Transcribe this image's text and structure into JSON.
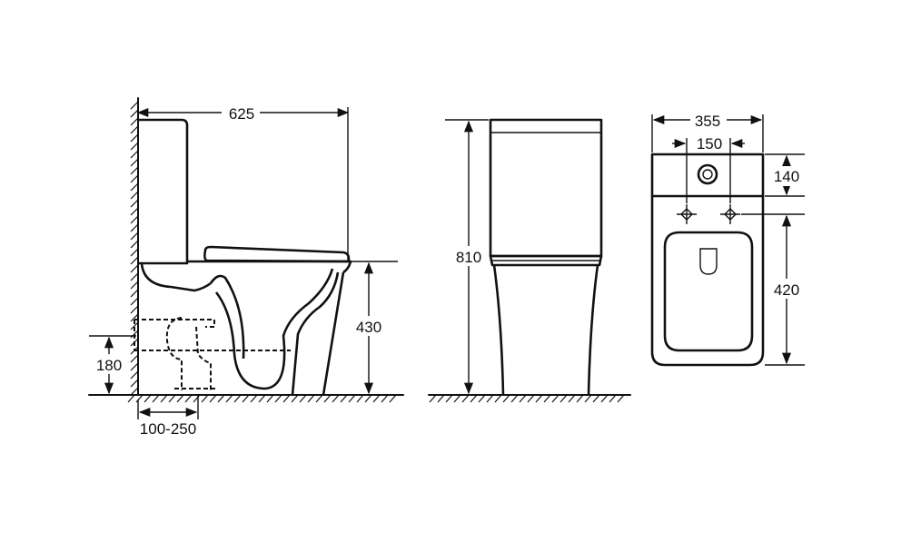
{
  "side_view": {
    "overall_length": "625",
    "seat_height": "430",
    "outlet_height": "180",
    "wall_distance": "100-250"
  },
  "front_view": {
    "overall_height": "810"
  },
  "top_view": {
    "overall_width": "355",
    "fixing_spacing": "150",
    "tank_depth": "140",
    "bowl_length": "420"
  }
}
